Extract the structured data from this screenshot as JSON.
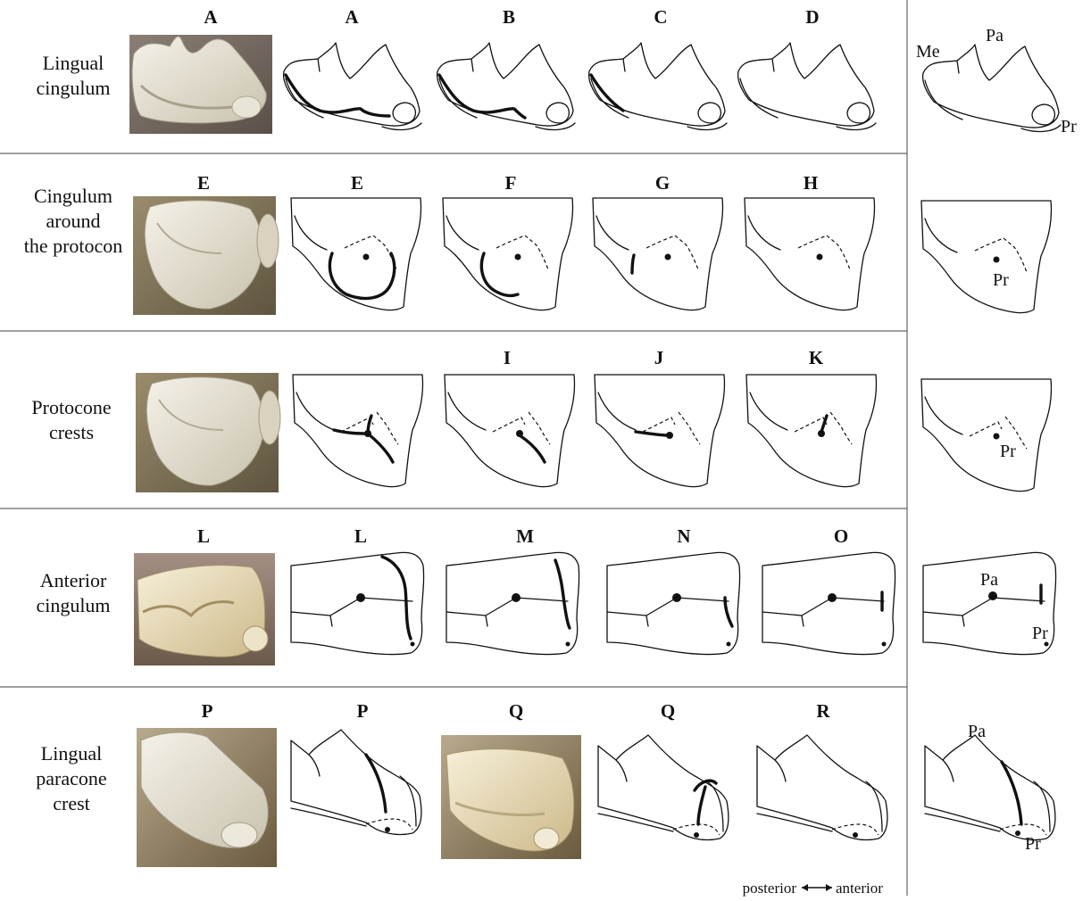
{
  "rows": [
    {
      "title": "Lingual\ncingulum",
      "photo_label": "A",
      "drawing_labels": [
        "A",
        "B",
        "C",
        "D"
      ],
      "reference_labels": [
        "Me",
        "Pa",
        "Pr"
      ]
    },
    {
      "title": "Cingulum\naround\nthe protocon",
      "photo_label": "E",
      "drawing_labels": [
        "E",
        "F",
        "G",
        "H"
      ],
      "reference_labels": [
        "Pr"
      ]
    },
    {
      "title": "Protocone\ncrests",
      "photo_label": "",
      "drawing_labels": [
        "",
        "I",
        "J",
        "K"
      ],
      "reference_labels": [
        "Pr"
      ]
    },
    {
      "title": "Anterior\ncingulum",
      "photo_label": "L",
      "drawing_labels": [
        "L",
        "M",
        "N",
        "O"
      ],
      "reference_labels": [
        "Pa",
        "Pr"
      ]
    },
    {
      "title": "Lingual\nparacone\ncrest",
      "photo_label": "P",
      "drawing_labels": [
        "P",
        "Q",
        "Q",
        "R"
      ],
      "reference_labels": [
        "Pa",
        "Pr"
      ]
    }
  ],
  "footer": {
    "posterior": "posterior",
    "anterior": "anterior"
  },
  "colors": {
    "line": "#111111",
    "separator": "#666666",
    "photo_enamel": "#ddd8c8",
    "photo_background": "#6f6358"
  }
}
